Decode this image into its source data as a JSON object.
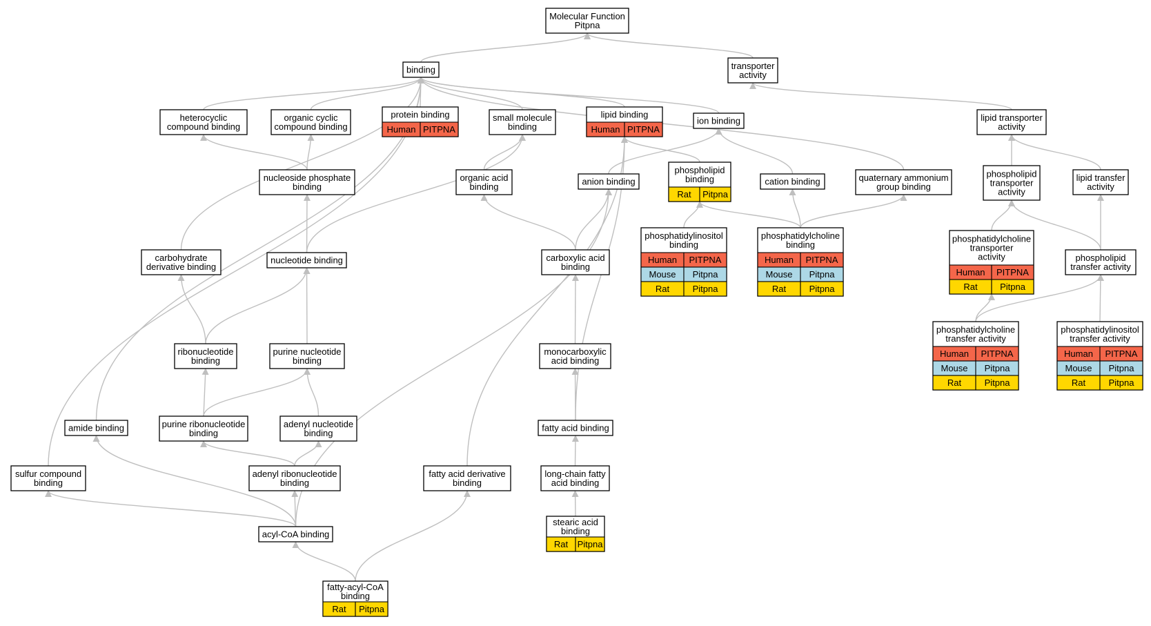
{
  "palette": {
    "human": "#f4664a",
    "mouse": "#add8e6",
    "rat": "#ffd700",
    "edge": "#bfbfbf",
    "border": "#000000"
  },
  "nodes": {
    "root": [
      "Molecular Function",
      "Pitpna"
    ],
    "binding": [
      "binding"
    ],
    "transporter": [
      "transporter",
      "activity"
    ],
    "heterocyclic": [
      "heterocyclic",
      "compound binding"
    ],
    "organic_cyclic": [
      "organic cyclic",
      "compound binding"
    ],
    "protein_binding": [
      "protein binding"
    ],
    "small_molecule": [
      "small molecule",
      "binding"
    ],
    "lipid_binding": [
      "lipid binding"
    ],
    "ion_binding": [
      "ion binding"
    ],
    "lipid_transporter": [
      "lipid transporter",
      "activity"
    ],
    "nucleoside_phosphate": [
      "nucleoside phosphate",
      "binding"
    ],
    "organic_acid": [
      "organic acid",
      "binding"
    ],
    "anion_binding": [
      "anion binding"
    ],
    "phospholipid_binding": [
      "phospholipid",
      "binding"
    ],
    "cation_binding": [
      "cation binding"
    ],
    "quaternary": [
      "quaternary ammonium",
      "group binding"
    ],
    "phospholipid_transporter": [
      "phospholipid",
      "transporter",
      "activity"
    ],
    "lipid_transfer": [
      "lipid transfer",
      "activity"
    ],
    "carbohydrate": [
      "carbohydrate",
      "derivative binding"
    ],
    "nucleotide_binding": [
      "nucleotide binding"
    ],
    "carboxylic": [
      "carboxylic acid",
      "binding"
    ],
    "pi_binding": [
      "phosphatidylinositol",
      "binding"
    ],
    "pc_binding": [
      "phosphatidylcholine",
      "binding"
    ],
    "pc_transporter": [
      "phosphatidylcholine",
      "transporter",
      "activity"
    ],
    "phospholipid_transfer": [
      "phospholipid",
      "transfer activity"
    ],
    "ribonucleotide": [
      "ribonucleotide",
      "binding"
    ],
    "purine_nucleotide": [
      "purine nucleotide",
      "binding"
    ],
    "monocarboxylic": [
      "monocarboxylic",
      "acid binding"
    ],
    "pc_transfer": [
      "phosphatidylcholine",
      "transfer activity"
    ],
    "pi_transfer": [
      "phosphatidylinositol",
      "transfer activity"
    ],
    "amide_binding": [
      "amide binding"
    ],
    "purine_ribonucleotide": [
      "purine ribonucleotide",
      "binding"
    ],
    "adenyl_nucleotide": [
      "adenyl nucleotide",
      "binding"
    ],
    "fatty_acid_binding": [
      "fatty acid binding"
    ],
    "sulfur": [
      "sulfur compound",
      "binding"
    ],
    "adenyl_ribonucleotide": [
      "adenyl ribonucleotide",
      "binding"
    ],
    "fatty_acid_derivative": [
      "fatty acid derivative",
      "binding"
    ],
    "long_chain": [
      "long-chain fatty",
      "acid binding"
    ],
    "stearic": [
      "stearic acid",
      "binding"
    ],
    "acyl_coa": [
      "acyl-CoA binding"
    ],
    "fatty_acyl_coa": [
      "fatty-acyl-CoA",
      "binding"
    ]
  },
  "annotations": {
    "protein_binding": [
      [
        "Human",
        "PITPNA"
      ]
    ],
    "lipid_binding": [
      [
        "Human",
        "PITPNA"
      ]
    ],
    "phospholipid_binding": [
      [
        "Rat",
        "Pitpna"
      ]
    ],
    "pi_binding": [
      [
        "Human",
        "PITPNA"
      ],
      [
        "Mouse",
        "Pitpna"
      ],
      [
        "Rat",
        "Pitpna"
      ]
    ],
    "pc_binding": [
      [
        "Human",
        "PITPNA"
      ],
      [
        "Mouse",
        "Pitpna"
      ],
      [
        "Rat",
        "Pitpna"
      ]
    ],
    "pc_transporter": [
      [
        "Human",
        "PITPNA"
      ],
      [
        "Rat",
        "Pitpna"
      ]
    ],
    "pc_transfer": [
      [
        "Human",
        "PITPNA"
      ],
      [
        "Mouse",
        "Pitpna"
      ],
      [
        "Rat",
        "Pitpna"
      ]
    ],
    "pi_transfer": [
      [
        "Human",
        "PITPNA"
      ],
      [
        "Mouse",
        "Pitpna"
      ],
      [
        "Rat",
        "Pitpna"
      ]
    ],
    "stearic": [
      [
        "Rat",
        "Pitpna"
      ]
    ],
    "fatty_acyl_coa": [
      [
        "Rat",
        "Pitpna"
      ]
    ]
  },
  "edges": [
    [
      "binding",
      "root"
    ],
    [
      "transporter",
      "root"
    ],
    [
      "heterocyclic",
      "binding"
    ],
    [
      "organic_cyclic",
      "binding"
    ],
    [
      "protein_binding",
      "binding"
    ],
    [
      "small_molecule",
      "binding"
    ],
    [
      "lipid_binding",
      "binding"
    ],
    [
      "ion_binding",
      "binding"
    ],
    [
      "quaternary",
      "binding"
    ],
    [
      "carbohydrate",
      "binding"
    ],
    [
      "amide_binding",
      "binding"
    ],
    [
      "sulfur",
      "binding"
    ],
    [
      "lipid_transporter",
      "transporter"
    ],
    [
      "nucleoside_phosphate",
      "heterocyclic"
    ],
    [
      "nucleoside_phosphate",
      "organic_cyclic"
    ],
    [
      "organic_acid",
      "small_molecule"
    ],
    [
      "nucleotide_binding",
      "small_molecule"
    ],
    [
      "anion_binding",
      "ion_binding"
    ],
    [
      "cation_binding",
      "ion_binding"
    ],
    [
      "phospholipid_binding",
      "lipid_binding"
    ],
    [
      "fatty_acid_binding",
      "lipid_binding"
    ],
    [
      "fatty_acid_derivative",
      "lipid_binding"
    ],
    [
      "nucleotide_binding",
      "nucleoside_phosphate"
    ],
    [
      "carboxylic",
      "organic_acid"
    ],
    [
      "carboxylic",
      "anion_binding"
    ],
    [
      "acyl_coa",
      "anion_binding"
    ],
    [
      "pi_binding",
      "phospholipid_binding"
    ],
    [
      "pc_binding",
      "phospholipid_binding"
    ],
    [
      "pc_binding",
      "cation_binding"
    ],
    [
      "pc_binding",
      "quaternary"
    ],
    [
      "phospholipid_transporter",
      "lipid_transporter"
    ],
    [
      "lipid_transfer",
      "lipid_transporter"
    ],
    [
      "pc_transporter",
      "phospholipid_transporter"
    ],
    [
      "phospholipid_transfer",
      "phospholipid_transporter"
    ],
    [
      "phospholipid_transfer",
      "lipid_transfer"
    ],
    [
      "pc_transfer",
      "pc_transporter"
    ],
    [
      "pc_transfer",
      "phospholipid_transfer"
    ],
    [
      "pi_transfer",
      "phospholipid_transfer"
    ],
    [
      "ribonucleotide",
      "carbohydrate"
    ],
    [
      "ribonucleotide",
      "nucleotide_binding"
    ],
    [
      "purine_nucleotide",
      "nucleotide_binding"
    ],
    [
      "monocarboxylic",
      "carboxylic"
    ],
    [
      "purine_ribonucleotide",
      "ribonucleotide"
    ],
    [
      "purine_ribonucleotide",
      "purine_nucleotide"
    ],
    [
      "adenyl_nucleotide",
      "purine_nucleotide"
    ],
    [
      "fatty_acid_binding",
      "monocarboxylic"
    ],
    [
      "adenyl_ribonucleotide",
      "purine_ribonucleotide"
    ],
    [
      "adenyl_ribonucleotide",
      "adenyl_nucleotide"
    ],
    [
      "acyl_coa",
      "amide_binding"
    ],
    [
      "acyl_coa",
      "sulfur"
    ],
    [
      "acyl_coa",
      "adenyl_ribonucleotide"
    ],
    [
      "long_chain",
      "fatty_acid_binding"
    ],
    [
      "stearic",
      "long_chain"
    ],
    [
      "fatty_acyl_coa",
      "acyl_coa"
    ],
    [
      "fatty_acyl_coa",
      "fatty_acid_derivative"
    ]
  ]
}
